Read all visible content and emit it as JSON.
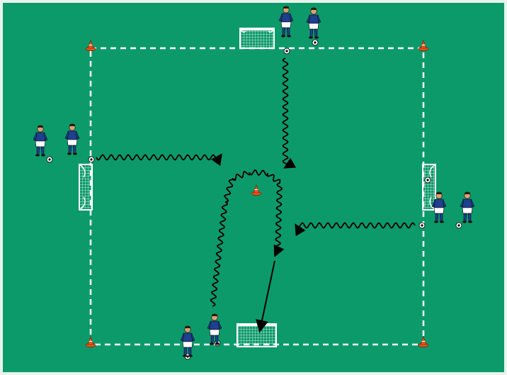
{
  "colors": {
    "pitch": "#0d9a6a",
    "border": "#e9f3ee",
    "lines": "#ffffff",
    "cone": "#e8541c",
    "kit_shirt": "#1f3f8f",
    "kit_shorts": "#ffffff",
    "skin": "#d9a273",
    "path": "#000000"
  },
  "elements": {
    "goals": [
      {
        "id": "goal-top",
        "orientation": "down"
      },
      {
        "id": "goal-left",
        "orientation": "right"
      },
      {
        "id": "goal-right",
        "orientation": "left"
      },
      {
        "id": "goal-bottom",
        "orientation": "up"
      }
    ],
    "cones": [
      "corner-top-left",
      "corner-top-right",
      "corner-bottom-left",
      "corner-bottom-right",
      "center"
    ],
    "player_count": 8,
    "ball_count": 9,
    "movement_arrows": [
      "dribble-top-down",
      "dribble-left-right",
      "dribble-right-left",
      "dribble-bottom-loop",
      "shot-to-bottom-goal"
    ]
  }
}
